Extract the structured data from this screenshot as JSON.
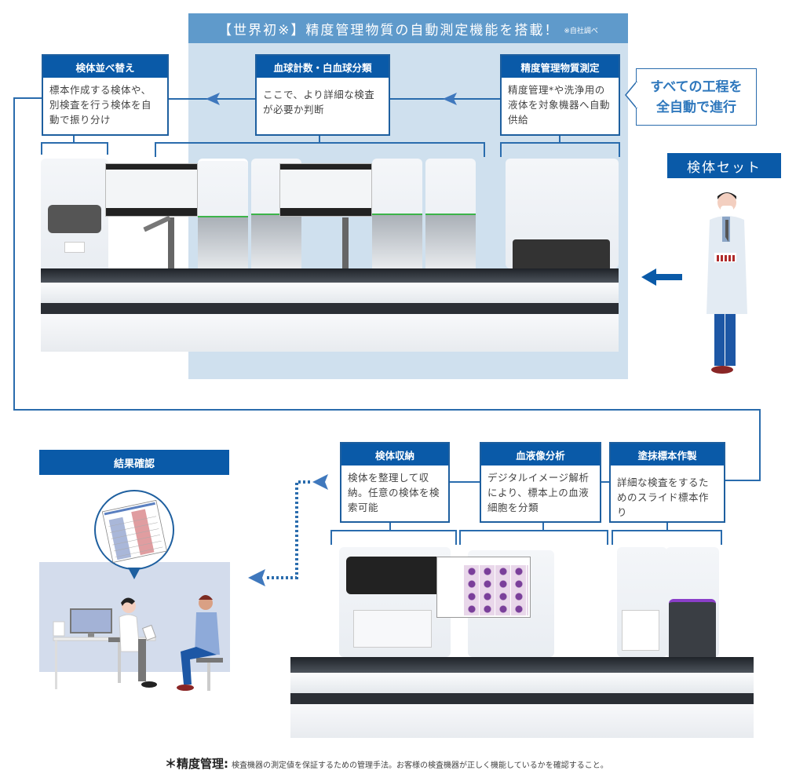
{
  "banner": {
    "title": "【世界初※】精度管理物質の自動測定機能を搭載！",
    "note": "※自社調べ"
  },
  "top_steps": [
    {
      "id": "sort",
      "title": "検体並べ替え",
      "body": "標本作成する検体や、別検査を行う検体を自動で振り分け"
    },
    {
      "id": "cbc",
      "title": "血球計数・白血球分類",
      "body": "ここで、より詳細な検査が必要か判断"
    },
    {
      "id": "qc",
      "title": "精度管理物質測定",
      "body": "精度管理*や洗浄用の液体を対象機器へ自動供給"
    }
  ],
  "callout": {
    "line1": "すべての工程を",
    "line2": "全自動で進行"
  },
  "sample_set": {
    "label": "検体セット"
  },
  "bottom_steps": [
    {
      "id": "storage",
      "title": "検体収納",
      "body": "検体を整理して収納。任意の検体を検索可能"
    },
    {
      "id": "image",
      "title": "血液像分析",
      "body": "デジタルイメージ解析により、標本上の血液細胞を分類"
    },
    {
      "id": "smear",
      "title": "塗抹標本作製",
      "body": "詳細な検査をするためのスライド標本作り"
    }
  ],
  "result": {
    "label": "結果確認"
  },
  "footnote": {
    "term": "＊精度管理:",
    "text": "検査機器の測定値を保証するための管理手法。お客様の検査機器が正しく機能しているかを確認すること。"
  },
  "colors": {
    "primary": "#0a5aa8",
    "line": "#2a6cad",
    "banner": "#5f9acb",
    "highlight_bg": "#cfe0ee",
    "scene_bg": "#d3dcec"
  }
}
